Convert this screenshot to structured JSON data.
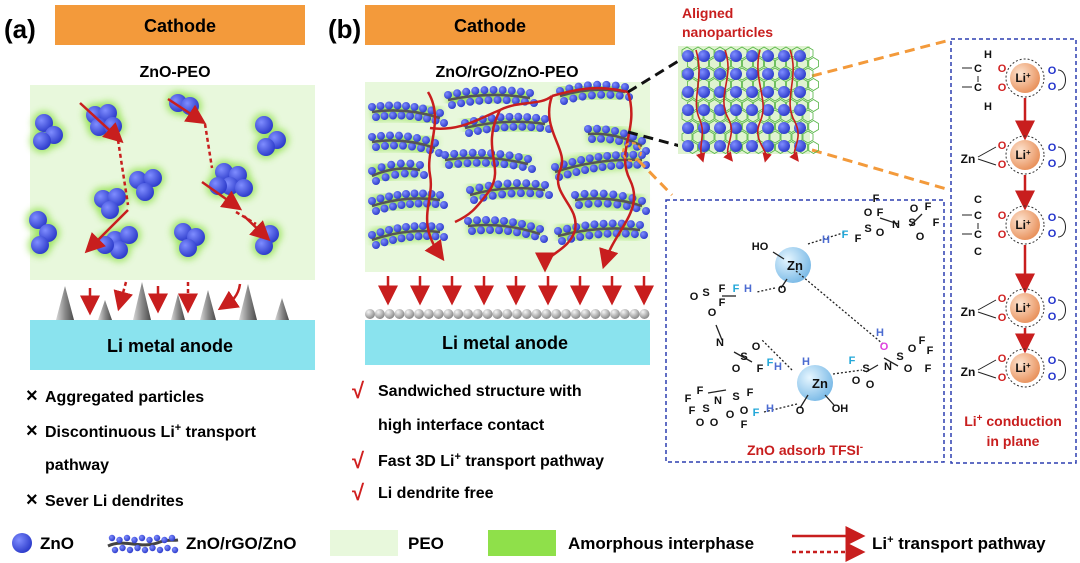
{
  "panel_a": {
    "label": "(a)",
    "cathode": "Cathode",
    "title": "ZnO-PEO",
    "anode": "Li metal anode",
    "cross": "×",
    "cons": [
      "Aggregated particles",
      "Discontinuous Li",
      " transport",
      "pathway",
      "Sever Li dendrites"
    ],
    "plus": "+"
  },
  "panel_b": {
    "label": "(b)",
    "cathode": "Cathode",
    "title": "ZnO/rGO/ZnO-PEO",
    "anode": "Li metal anode",
    "check": "√",
    "pros": [
      "Sandwiched structure with",
      "high interface contact",
      "Fast 3D Li",
      " transport pathway",
      "Li dendrite free"
    ],
    "plus": "+"
  },
  "inset_aligned": {
    "label_line1": "Aligned",
    "label_line2": "nanoparticles"
  },
  "inset_tfsi": {
    "caption": "ZnO adsorb TFSI",
    "minus": "-",
    "atoms": {
      "zn": "Zn",
      "o": "O",
      "f": "F",
      "h": "H",
      "s": "S",
      "n": "N",
      "ho": "HO",
      "oh": "OH"
    }
  },
  "inset_conduction": {
    "caption_line1": "Li",
    "caption_line1_rest": " conduction",
    "caption_line2": "in plane",
    "li": "Li",
    "plus": "+",
    "zn": "Zn",
    "c": "C",
    "h": "H",
    "o": "O"
  },
  "legend": {
    "zno": "ZnO",
    "zno_rgo": "ZnO/rGO/ZnO",
    "peo": "PEO",
    "interphase": "Amorphous interphase",
    "pathway": "Li",
    "pathway_rest": " transport pathway",
    "plus": "+"
  },
  "colors": {
    "cathode": "#f39a3b",
    "anode": "#8ae3ee",
    "peo": "#e8f8dc",
    "glow": "#8fe04a",
    "zno": "#3b4fe0",
    "arrow": "#c81e1e",
    "frame": "#2d3fb0",
    "li_ball": "#f0a878"
  }
}
